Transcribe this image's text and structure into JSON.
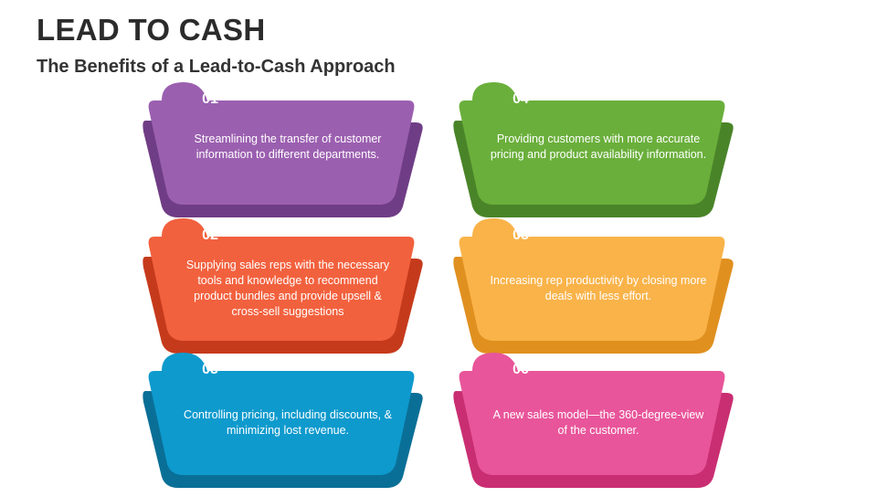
{
  "header": {
    "title": "LEAD TO CASH",
    "subtitle": "The Benefits of a Lead-to-Cash Approach"
  },
  "items": [
    {
      "num": "01",
      "text": "Streamlining the transfer of customer information to different departments.",
      "color": "#9B5FB0",
      "shadow": "#6F3D85"
    },
    {
      "num": "02",
      "text": "Supplying sales reps with the necessary tools and knowledge to recommend product bundles and provide upsell & cross-sell suggestions",
      "color": "#F2613E",
      "shadow": "#C63A1C"
    },
    {
      "num": "03",
      "text": "Controlling pricing, including discounts, & minimizing lost revenue.",
      "color": "#0E9ACD",
      "shadow": "#0A6F96"
    },
    {
      "num": "04",
      "text": "Providing customers with more accurate pricing and product availability information.",
      "color": "#6AAF3B",
      "shadow": "#4A8429"
    },
    {
      "num": "05",
      "text": "Increasing rep productivity by closing more deals with less effort.",
      "color": "#F9B349",
      "shadow": "#E0901F"
    },
    {
      "num": "06",
      "text": "A new sales model—the 360-degree-view of the customer.",
      "color": "#E8559A",
      "shadow": "#C92E72"
    }
  ]
}
